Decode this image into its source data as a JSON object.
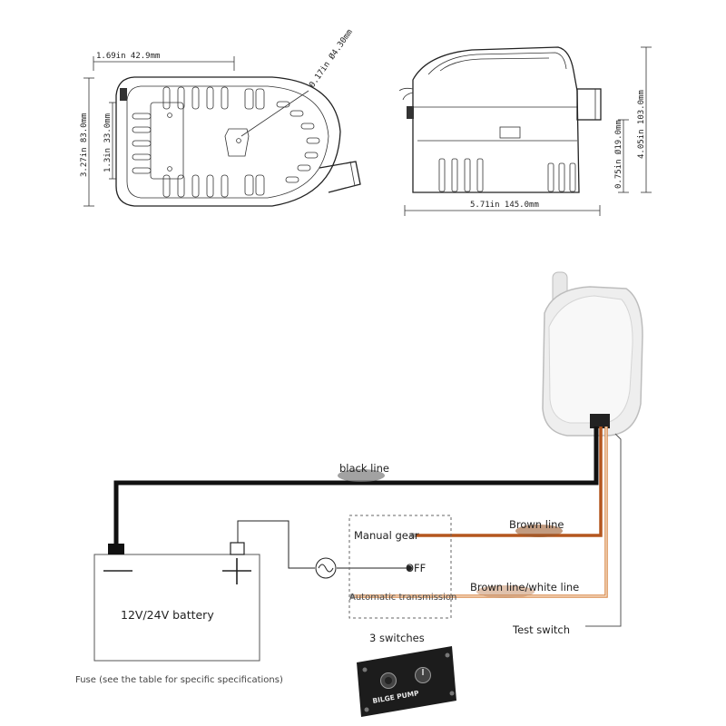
{
  "dimensions": {
    "top_view": {
      "width_small": "1.69in 42.9mm",
      "outlet_dia": "0.17in Ø4.30mm",
      "height_total": "3.27in 83.0mm",
      "height_inner": "1.3in 33.0mm"
    },
    "side_view": {
      "length": "5.71in 145.0mm",
      "outlet_height": "0.75in Ø19.0mm",
      "height": "4.05in 103.0mm"
    }
  },
  "wiring": {
    "black_line": "black line",
    "brown_line": "Brown line",
    "brown_white_line": "Brown line/white line",
    "test_switch": "Test switch",
    "manual_gear": "Manual gear",
    "off": "OFF",
    "automatic": "Automatic transmission",
    "battery": "12V/24V battery",
    "switches": "3 switches",
    "fuse_note": "Fuse (see the table for specific specifications)",
    "panel_label": "BILGE PUMP",
    "battery_minus": "−",
    "battery_plus": "+"
  },
  "colors": {
    "black_wire": "#111111",
    "brown_wire": "#b4561e",
    "brown_white_wire": "#d8894a",
    "test_wire": "#555555",
    "panel": "#1c1c1c"
  }
}
